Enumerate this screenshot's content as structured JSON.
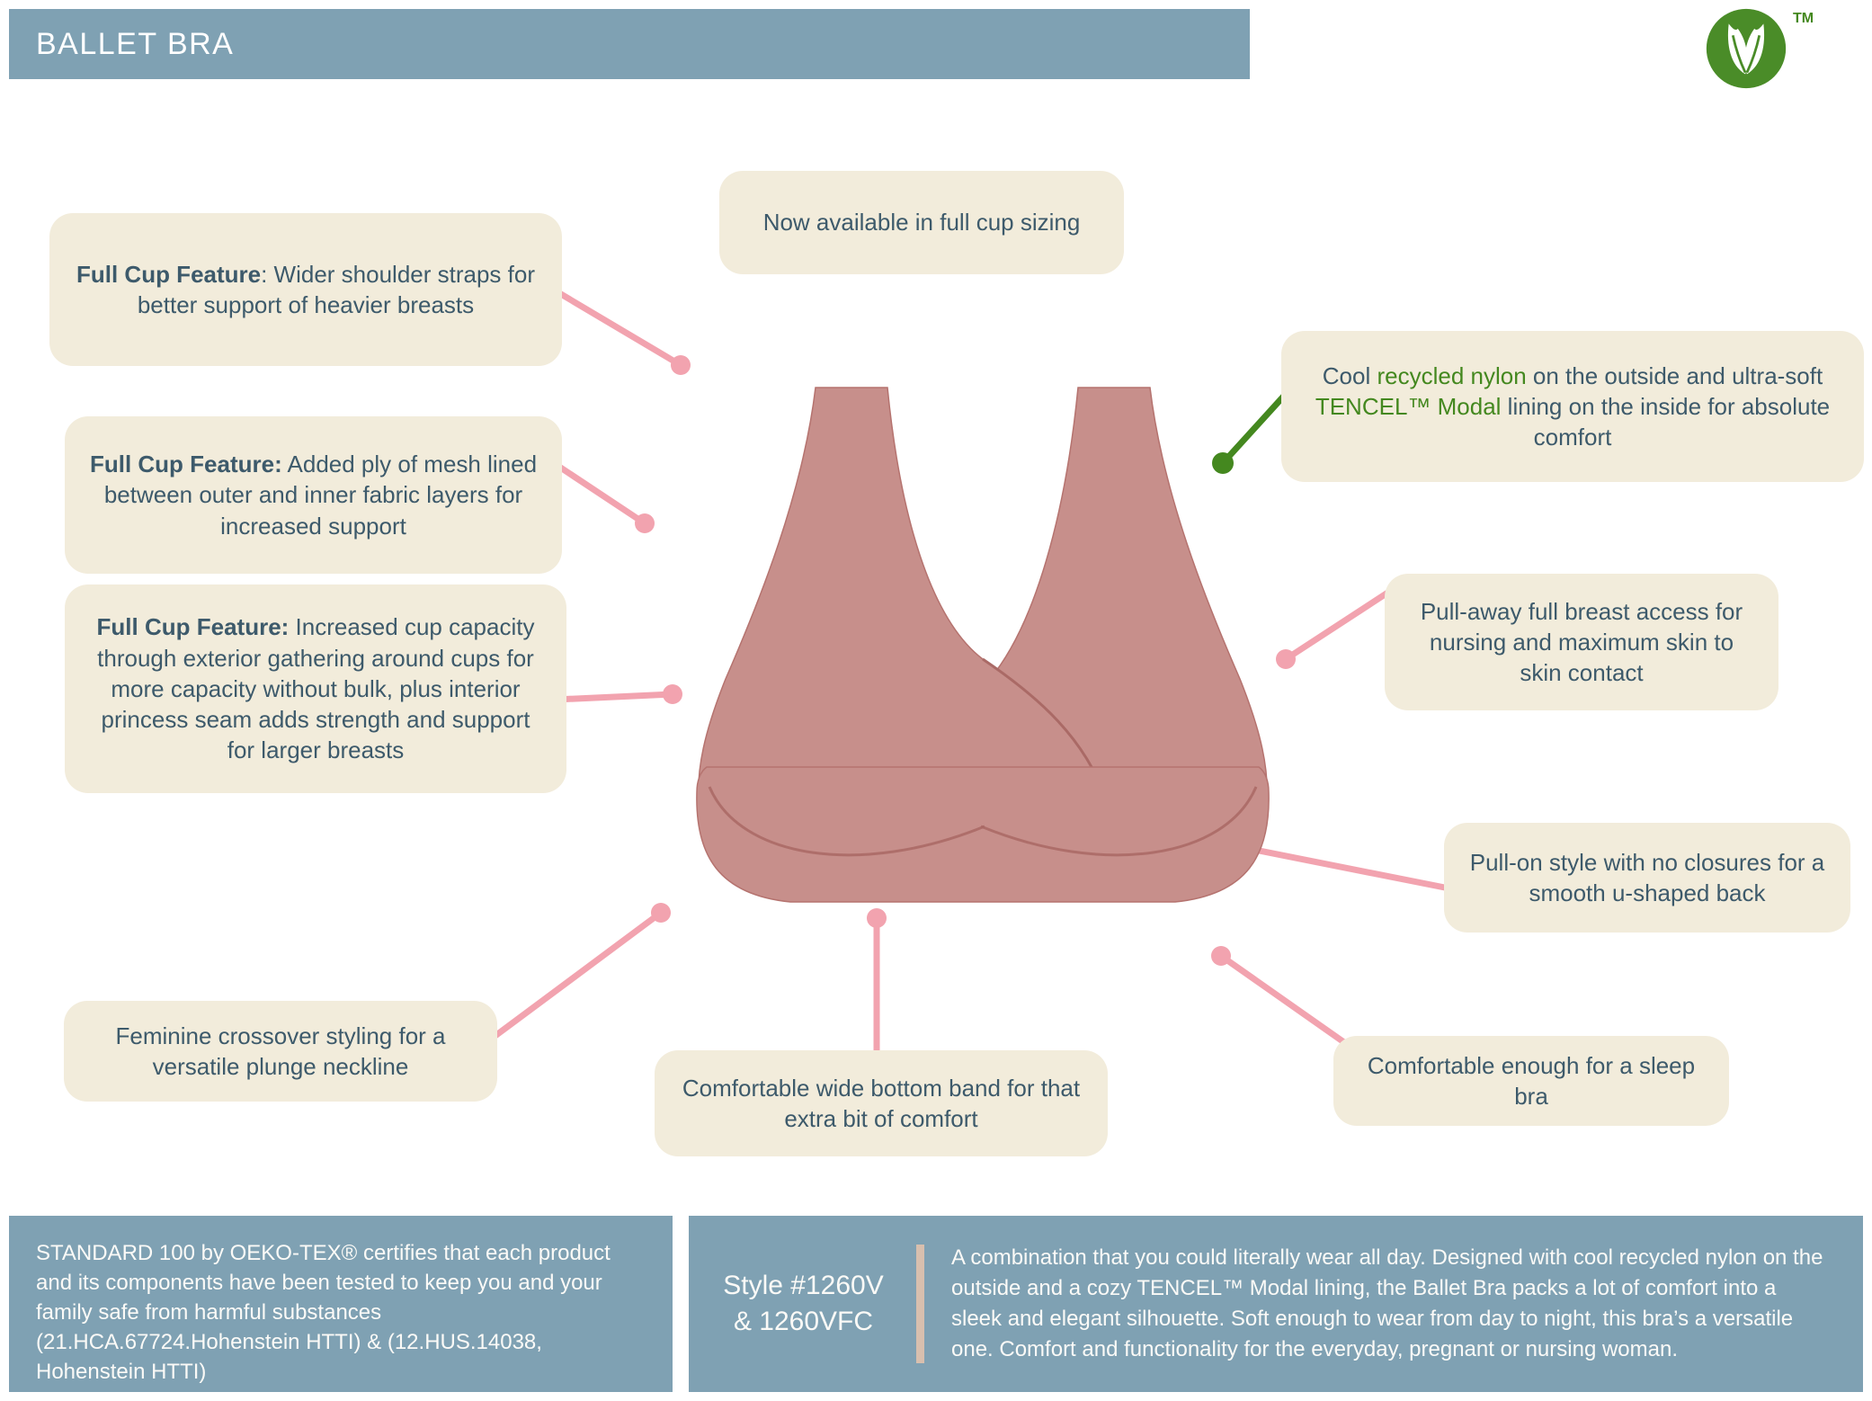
{
  "header": {
    "title": "BALLET BRA",
    "logo_icon": "two-leaf-circle-logo",
    "logo_tm": "TM"
  },
  "colors": {
    "header_blue": "#7fa1b3",
    "callout_cream": "#f2ecdb",
    "callout_text": "#3d5a6b",
    "connector_pink": "#f2a3af",
    "accent_green": "#44881f",
    "bra_main": "#c78f8b",
    "bra_seam": "#a96864",
    "divider_tan": "#d8bfae"
  },
  "callouts": {
    "now_available": "Now available in full cup sizing",
    "full_cup_straps": {
      "bold": "Full Cup Feature",
      "rest": ": Wider shoulder straps for better support of heavier breasts"
    },
    "full_cup_mesh": {
      "bold": "Full Cup Feature:",
      "rest": " Added ply of mesh lined between outer and inner fabric layers for increased support"
    },
    "full_cup_capacity": {
      "bold": "Full Cup Feature:",
      "rest": " Increased cup capacity through exterior gathering around cups for more capacity without bulk, plus interior princess seam adds strength and support for larger breasts"
    },
    "material": {
      "p1": "Cool ",
      "g1": "recycled nylon",
      "p2": " on the outside and ultra-soft ",
      "g2": "TENCEL™ Modal",
      "p3": " lining on the inside for absolute comfort"
    },
    "pull_away": "Pull-away full breast access for nursing and maximum skin to skin contact",
    "pull_on": "Pull-on style with no closures for a smooth u-shaped back",
    "sleep_bra": "Comfortable enough for a sleep bra",
    "bottom_band": "Comfortable wide bottom band for that extra bit of comfort",
    "crossover": "Feminine crossover styling for a versatile plunge neckline"
  },
  "footer": {
    "oeko_tex": "STANDARD 100 by OEKO-TEX® certifies that each product and its components have been tested to keep you and your family safe from harmful substances (21.HCA.67724.Hohenstein HTTI) & (12.HUS.14038, Hohenstein HTTI)",
    "style_line1": "Style #1260V",
    "style_line2": "& 1260VFC",
    "description": "A combination that you could literally wear all day. Designed with cool recycled nylon on the outside and a cozy TENCEL™ Modal lining, the Ballet Bra packs a lot of comfort into a sleek and elegant silhouette. Soft enough to wear from day to night, this bra’s a versatile one. Comfort and functionality for the everyday, pregnant or nursing woman."
  }
}
